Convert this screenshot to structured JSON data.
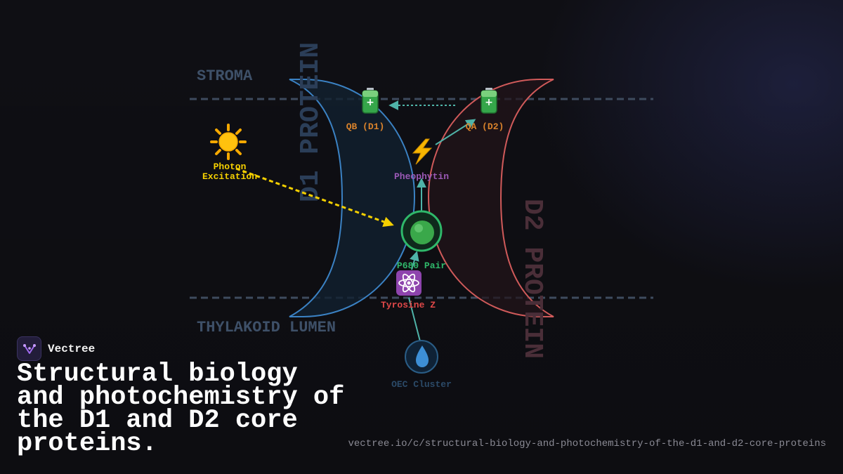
{
  "diagram": {
    "stroma": "STROMA",
    "lumen": "THYLAKOID LUMEN",
    "d1": "D1 PROTEIN",
    "d2": "D2 PROTEIN",
    "qb": "QB (D1)",
    "qa": "QA (D2)",
    "pheo": "Pheophytin",
    "photon_1": "Photon",
    "photon_2": "Excitation",
    "p680": "P680 Pair",
    "tyr": "Tyrosine Z",
    "oec": "OEC Cluster"
  },
  "colors": {
    "d1_blue": "#3b82c4",
    "d2_red": "#d05a5a",
    "arrow_teal": "#4fb3a8",
    "photon_yellow": "#f5d000",
    "p680_green": "#2fb86a",
    "pheo_purple": "#9b59b6",
    "tyr_red": "#e04848",
    "quinone_orange": "#d9822b"
  },
  "icons": {
    "qb": "battery-icon",
    "qa": "battery-icon",
    "pheo": "lightning-icon",
    "photon": "sun-icon",
    "p680": "green-circle-icon",
    "tyr": "atom-icon",
    "oec": "droplet-icon"
  },
  "brand": {
    "name": "Vectree"
  },
  "title": "Structural biology and photochemistry of the D1 and D2 core proteins.",
  "url": "vectree.io/c/structural-biology-and-photochemistry-of-the-d1-and-d2-core-proteins"
}
